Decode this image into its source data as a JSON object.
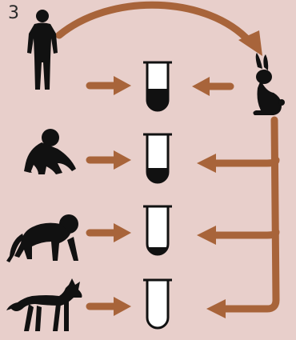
{
  "figure": {
    "number": "3"
  },
  "colors": {
    "background": "#E8CFCB",
    "arrow": "#A8643A",
    "silhouette": "#111111",
    "tube_outline": "#111111",
    "tube_fill": "#FFFFFF",
    "precipitate": "#111111"
  },
  "subjects": [
    {
      "name": "human",
      "icon": "human-silhouette-icon",
      "precipitate_level": 0.45
    },
    {
      "name": "chimpanzee",
      "icon": "chimpanzee-silhouette-icon",
      "precipitate_level": 0.3
    },
    {
      "name": "monkey",
      "icon": "monkey-silhouette-icon",
      "precipitate_level": 0.15
    },
    {
      "name": "dog",
      "icon": "dog-silhouette-icon",
      "precipitate_level": 0.0
    }
  ],
  "antiserum_source": {
    "name": "rabbit",
    "icon": "rabbit-silhouette-icon"
  }
}
